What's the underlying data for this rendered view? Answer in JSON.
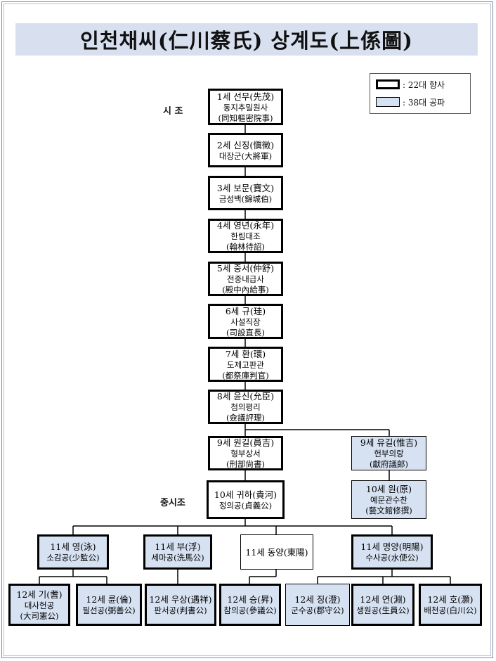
{
  "title": "인천채씨(仁川蔡氏) 상계도(上係圖)",
  "legend": [
    {
      "style": "bold",
      "label": ": 22대 향사"
    },
    {
      "style": "blue",
      "label": ": 38대 공파"
    }
  ],
  "labels": {
    "sijo": "시 조",
    "jungsijo": "중시조"
  },
  "colors": {
    "title_bg": "#d8e0f0",
    "gongpa_fill": "#d6e2f2",
    "line": "#000000"
  },
  "nodes": [
    {
      "id": "g1",
      "lines": [
        "1세 선무(先茂)",
        "동지추밀원사",
        "(同知樞密院事)"
      ],
      "bold": true,
      "blue": false
    },
    {
      "id": "g2",
      "lines": [
        "2세 신징(愼徵)",
        "대장군(大將軍)"
      ],
      "bold": true,
      "blue": false
    },
    {
      "id": "g3",
      "lines": [
        "3세 보문(寶文)",
        "금성백(錦城伯)"
      ],
      "bold": true,
      "blue": false
    },
    {
      "id": "g4",
      "lines": [
        "4세 영년(永年)",
        "한림대조",
        "(翰林待詔)"
      ],
      "bold": true,
      "blue": false
    },
    {
      "id": "g5",
      "lines": [
        "5세 중서(仲舒)",
        "전중내급사",
        "(殿中內給事)"
      ],
      "bold": true,
      "blue": false
    },
    {
      "id": "g6",
      "lines": [
        "6세 규(珪)",
        "사설직장",
        "(司設直長)"
      ],
      "bold": true,
      "blue": false
    },
    {
      "id": "g7",
      "lines": [
        "7세 환(環)",
        "도제고판관",
        "(都祭庫判官)"
      ],
      "bold": true,
      "blue": false
    },
    {
      "id": "g8",
      "lines": [
        "8세 윤신(允臣)",
        "첨의평리",
        "(僉議評理)"
      ],
      "bold": true,
      "blue": false
    },
    {
      "id": "g9a",
      "lines": [
        "9세 원길(員吉)",
        "형부상서",
        "(刑部尙書)"
      ],
      "bold": true,
      "blue": false
    },
    {
      "id": "g9b",
      "lines": [
        "9세 유길(惟吉)",
        "헌부의랑",
        "(獻府議郞)"
      ],
      "bold": false,
      "blue": true
    },
    {
      "id": "g10a",
      "lines": [
        "10세 귀하(貴河)",
        "정의공(貞義公)"
      ],
      "bold": true,
      "blue": false
    },
    {
      "id": "g10b",
      "lines": [
        "10세 원(原)",
        "예문관수찬",
        "(藝文館修撰)"
      ],
      "bold": false,
      "blue": true
    },
    {
      "id": "g11a",
      "lines": [
        "11세 영(泳)",
        "소감공(少監公)"
      ],
      "bold": true,
      "blue": true
    },
    {
      "id": "g11b",
      "lines": [
        "11세 부(浮)",
        "세마공(洗馬公)"
      ],
      "bold": true,
      "blue": true
    },
    {
      "id": "g11c",
      "lines": [
        "11세 동양(東陽)"
      ],
      "bold": false,
      "blue": false
    },
    {
      "id": "g11d",
      "lines": [
        "11세 명양(明陽)",
        "수사공(水使公)"
      ],
      "bold": true,
      "blue": true
    },
    {
      "id": "g12a",
      "lines": [
        "12세 기(耆)",
        "대사헌공",
        "(大司憲公)"
      ],
      "bold": true,
      "blue": true
    },
    {
      "id": "g12b",
      "lines": [
        "12세 륜(倫)",
        "필선공(弼善公)"
      ],
      "bold": true,
      "blue": true
    },
    {
      "id": "g12c",
      "lines": [
        "12세 우상(遇祥)",
        "판서공(判書公)"
      ],
      "bold": true,
      "blue": true
    },
    {
      "id": "g12d",
      "lines": [
        "12세 승(昇)",
        "참의공(參議公)"
      ],
      "bold": true,
      "blue": true
    },
    {
      "id": "g12e",
      "lines": [
        "12세 징(澄)",
        "군수공(郡守公)"
      ],
      "bold": false,
      "blue": true
    },
    {
      "id": "g12f",
      "lines": [
        "12세 연(淵)",
        "생원공(生員公)"
      ],
      "bold": true,
      "blue": true
    },
    {
      "id": "g12g",
      "lines": [
        "12세 호(灝)",
        "배천공(白川公)"
      ],
      "bold": true,
      "blue": true
    }
  ]
}
